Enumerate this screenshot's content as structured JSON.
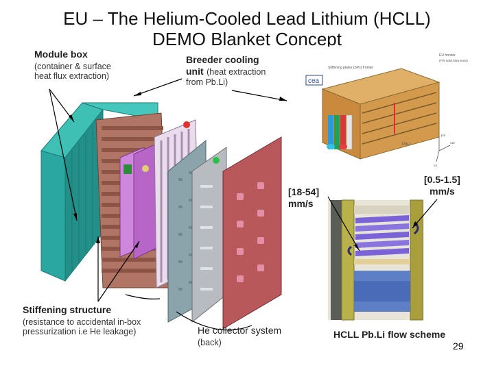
{
  "title": {
    "line1": "EU – The Helium-Cooled Lead Lithium (HCLL)",
    "line2": "DEMO Blanket Concept"
  },
  "module_box": {
    "label": "Module box",
    "desc_line1": "(container & surface",
    "desc_line2": "heat flux extraction)"
  },
  "breeder": {
    "label_line1": "Breeder cooling",
    "label_unit": "unit",
    "desc_inline": "(heat extraction",
    "desc_line2": "from Pb.Li)"
  },
  "stiffening": {
    "label": "Stiffening structure",
    "desc_line1": "(resistance to accidental in-box",
    "desc_line2": "pressurization i.e He leakage)"
  },
  "he_collector": {
    "label": "He collector system",
    "desc": "(back)"
  },
  "flow_scheme": {
    "label": "HCLL Pb.Li flow scheme"
  },
  "rates": {
    "left_line1": "[18-54]",
    "left_line2": "mm/s",
    "right_line1": "[0.5-1.5]",
    "right_line2": "mm/s"
  },
  "inset_texts": {
    "stiffening_plates": "Stiffening plates (SPs) frontier",
    "eu_frontier": "EU frontier",
    "fw_note": "(FW solid blow tests)",
    "cea_logo": "cea",
    "pbli": "PbLi",
    "axis_pol": "pol",
    "axis_rad": "rad",
    "axis_tor": "tor"
  },
  "page_number": "29",
  "colors": {
    "module_box": "#2aa7a0",
    "stiffening": "#a06a5a",
    "cooling_plates": "#c27cd4",
    "back_plate_gray": "#9aa0a6",
    "back_plate_red": "#b8585a",
    "flow_purple": "#7a63d8",
    "flow_yellow": "#b9b24a"
  }
}
